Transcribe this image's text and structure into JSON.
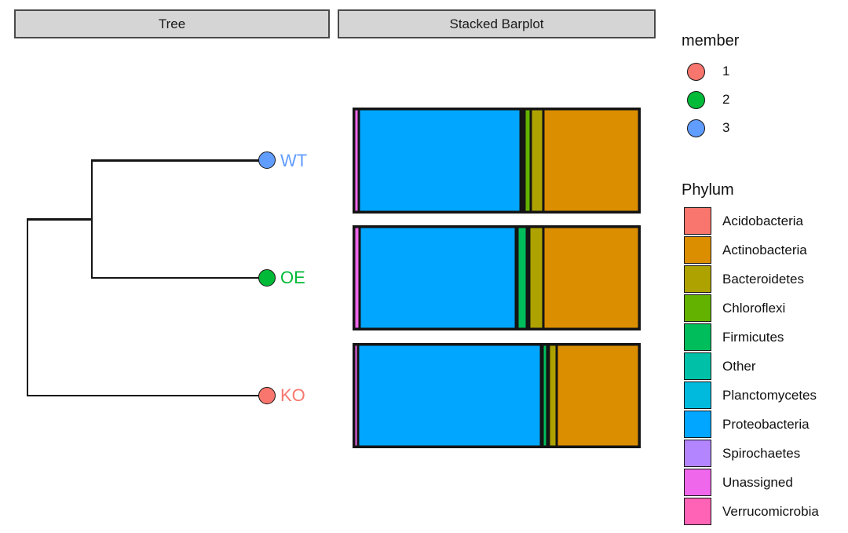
{
  "panels": {
    "tree_title": "Tree",
    "barplot_title": "Stacked Barplot"
  },
  "legends": {
    "member": {
      "title": "member",
      "items": [
        {
          "label": "1",
          "color": "#F8766D"
        },
        {
          "label": "2",
          "color": "#00BA38"
        },
        {
          "label": "3",
          "color": "#619CFF"
        }
      ]
    },
    "phylum": {
      "title": "Phylum",
      "items": [
        {
          "label": "Acidobacteria",
          "color": "#F8766D"
        },
        {
          "label": "Actinobacteria",
          "color": "#DB8E00"
        },
        {
          "label": "Bacteroidetes",
          "color": "#AEA200"
        },
        {
          "label": "Chloroflexi",
          "color": "#64B200"
        },
        {
          "label": "Firmicutes",
          "color": "#00BD5C"
        },
        {
          "label": "Other",
          "color": "#00C1A7"
        },
        {
          "label": "Planctomycetes",
          "color": "#00BADE"
        },
        {
          "label": "Proteobacteria",
          "color": "#00A6FF"
        },
        {
          "label": "Spirochaetes",
          "color": "#B385FF"
        },
        {
          "label": "Unassigned",
          "color": "#EF67EB"
        },
        {
          "label": "Verrucomicrobia",
          "color": "#FF63B6"
        }
      ]
    }
  },
  "chart_data": [
    {
      "type": "dendrogram",
      "title": "Tree",
      "topology": "((WT,OE),KO)",
      "tips": [
        {
          "label": "WT",
          "member": "3",
          "color": "#619CFF"
        },
        {
          "label": "OE",
          "member": "2",
          "color": "#00BA38"
        },
        {
          "label": "KO",
          "member": "1",
          "color": "#F8766D"
        }
      ]
    },
    {
      "type": "bar",
      "title": "Stacked Barplot",
      "orientation": "horizontal",
      "stacked": true,
      "unit": "percent of bar width",
      "xlim": [
        0,
        100
      ],
      "categories": [
        "WT",
        "OE",
        "KO"
      ],
      "series": [
        {
          "name": "Unassigned",
          "values": [
            1.7,
            2.0,
            1.3
          ]
        },
        {
          "name": "Proteobacteria",
          "values": [
            56.8,
            54.8,
            64.3
          ]
        },
        {
          "name": "Planctomycetes",
          "values": [
            0.3,
            0.3,
            0.3
          ]
        },
        {
          "name": "Other",
          "values": [
            0.3,
            0.3,
            0.3
          ]
        },
        {
          "name": "Firmicutes",
          "values": [
            0.6,
            3.2,
            1.6
          ]
        },
        {
          "name": "Chloroflexi",
          "values": [
            2.4,
            0.9,
            0.4
          ]
        },
        {
          "name": "Bacteroidetes",
          "values": [
            4.3,
            4.8,
            3.0
          ]
        },
        {
          "name": "Actinobacteria",
          "values": [
            33.6,
            33.7,
            28.8
          ]
        }
      ],
      "legend_position": "right",
      "grid": false,
      "axes_visible": false
    }
  ]
}
